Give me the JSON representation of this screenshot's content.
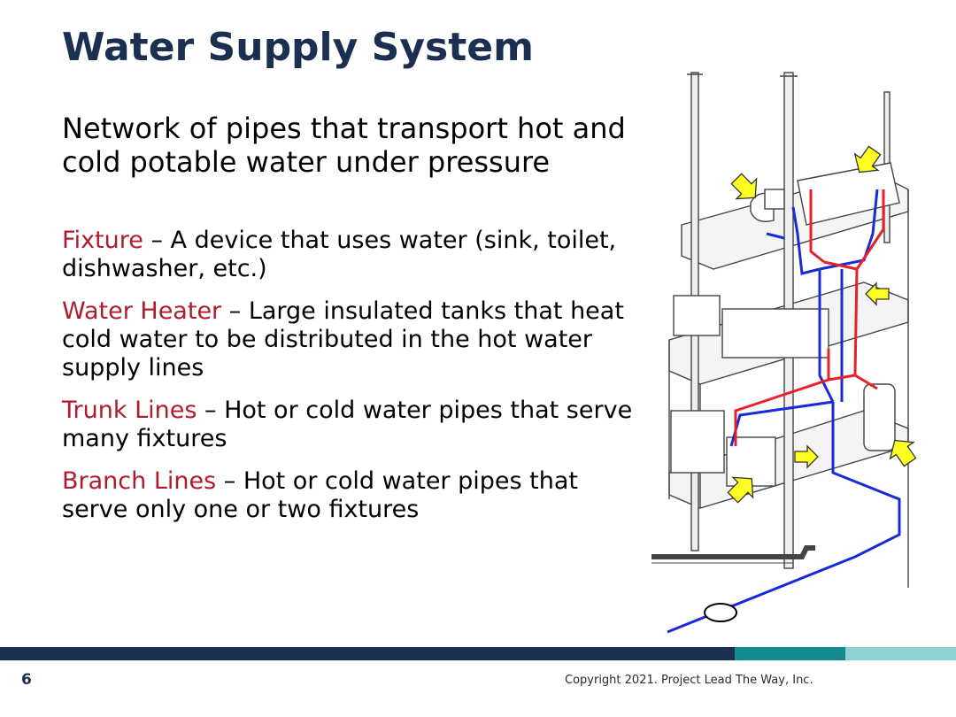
{
  "slide": {
    "title": "Water Supply System",
    "intro": "Network of pipes that transport hot and cold potable water under pressure",
    "definitions": [
      {
        "term": "Fixture",
        "text": " – A device that uses water (sink, toilet, dishwasher, etc.)"
      },
      {
        "term": "Water Heater",
        "text": " – Large insulated tanks that heat cold water to be distributed in the hot water supply lines"
      },
      {
        "term": "Trunk Lines",
        "text": " – Hot or cold water pipes that serve many fixtures"
      },
      {
        "term": "Branch Lines",
        "text": " – Hot or cold water pipes that serve only one or two fixtures"
      }
    ],
    "page_number": "6",
    "copyright": "Copyright 2021. Project Lead The Way, Inc."
  },
  "colors": {
    "title": "#1b2f50",
    "term": "#b01c2e",
    "hot_pipe": "#e8202a",
    "cold_pipe": "#1a2ad8",
    "arrow_fill": "#ffff22",
    "bar_navy": "#1b2f50",
    "bar_teal": "#148a93",
    "bar_light": "#8fd1d1"
  },
  "diagram": {
    "icons": [
      "plumbing-illustration",
      "arrow-icon"
    ]
  }
}
